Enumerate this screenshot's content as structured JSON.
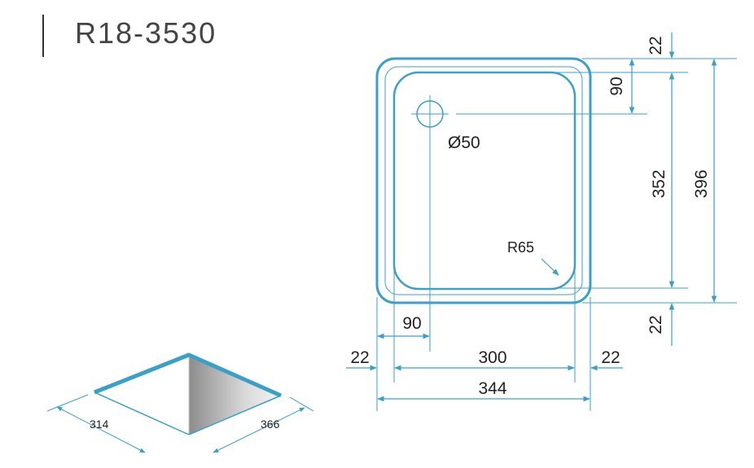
{
  "title": "R18-3530",
  "colors": {
    "outline": "#3aa0c8",
    "dimension": "#3aa0c8",
    "text": "#222222"
  },
  "plan_dimensions": {
    "top_margin": "22",
    "drain_offset_top": "90",
    "inner_height": "352",
    "outer_height": "396",
    "bottom_margin": "22",
    "drain_offset_left": "90",
    "left_margin": "22",
    "inner_width": "300",
    "right_margin": "22",
    "outer_width": "344"
  },
  "annotations": {
    "drain_diameter": "Ø50",
    "corner_radius": "R65"
  },
  "iso_dimensions": {
    "left_side": "314",
    "right_side": "366"
  }
}
